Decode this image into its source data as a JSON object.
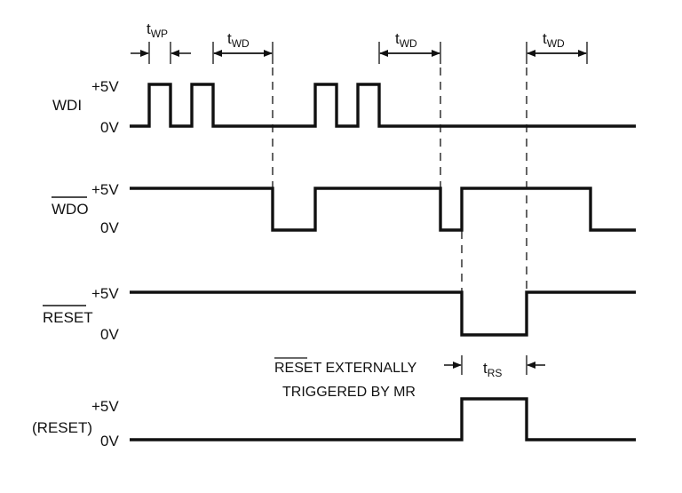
{
  "title": "Watchdog timing diagram",
  "timing_labels": {
    "twp": {
      "main": "t",
      "sub": "WP"
    },
    "twd_1": {
      "main": "t",
      "sub": "WD"
    },
    "twd_2": {
      "main": "t",
      "sub": "WD"
    },
    "twd_3": {
      "main": "t",
      "sub": "WD"
    },
    "trs": {
      "main": "t",
      "sub": "RS"
    }
  },
  "signals": {
    "wdi": {
      "name": "WDI",
      "high": "+5V",
      "low": "0V"
    },
    "wdo": {
      "name": "WDO",
      "high": "+5V",
      "low": "0V"
    },
    "reset_n": {
      "name": "RESET",
      "high": "+5V",
      "low": "0V"
    },
    "reset": {
      "name": "(RESET)",
      "high": "+5V",
      "low": "0V"
    }
  },
  "annotation": {
    "line1": "RESET EXTERNALLY",
    "line2": "TRIGGERED BY MR"
  },
  "colors": {
    "ink": "#111111",
    "background": "#ffffff"
  }
}
